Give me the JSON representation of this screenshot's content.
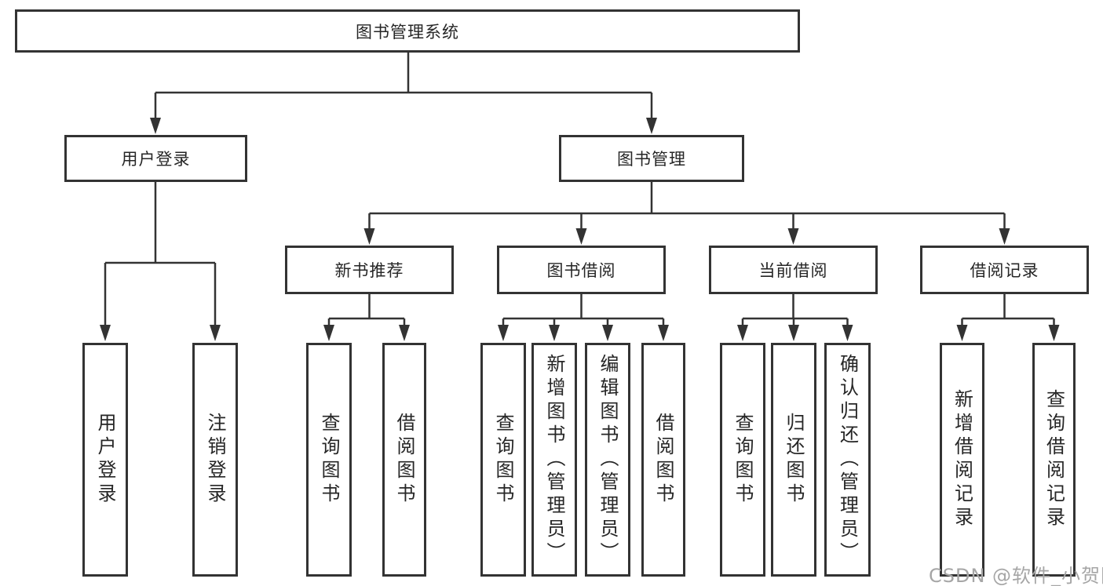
{
  "diagram": {
    "root": {
      "label": "图书管理系统"
    },
    "branches": [
      {
        "label": "用户登录",
        "children": [
          {
            "label": "用户登录"
          },
          {
            "label": "注销登录"
          }
        ]
      },
      {
        "label": "图书管理",
        "children": [
          {
            "label": "新书推荐",
            "children": [
              {
                "label": "查询图书"
              },
              {
                "label": "借阅图书"
              }
            ]
          },
          {
            "label": "图书借阅",
            "children": [
              {
                "label": "查询图书"
              },
              {
                "label": "新增图书（管理员）"
              },
              {
                "label": "编辑图书（管理员）"
              },
              {
                "label": "借阅图书"
              }
            ]
          },
          {
            "label": "当前借阅",
            "children": [
              {
                "label": "查询图书"
              },
              {
                "label": "归还图书"
              },
              {
                "label": "确认归还（管理员）"
              }
            ]
          },
          {
            "label": "借阅记录",
            "children": [
              {
                "label": "新增借阅记录"
              },
              {
                "label": "查询借阅记录"
              }
            ]
          }
        ]
      }
    ]
  },
  "watermark": {
    "text": "CSDN @软件_小贺同学"
  },
  "colors": {
    "line": "#333333",
    "box_border": "#333333",
    "text": "#262626",
    "watermark_text": "#a6a6a6",
    "background": "#ffffff"
  }
}
